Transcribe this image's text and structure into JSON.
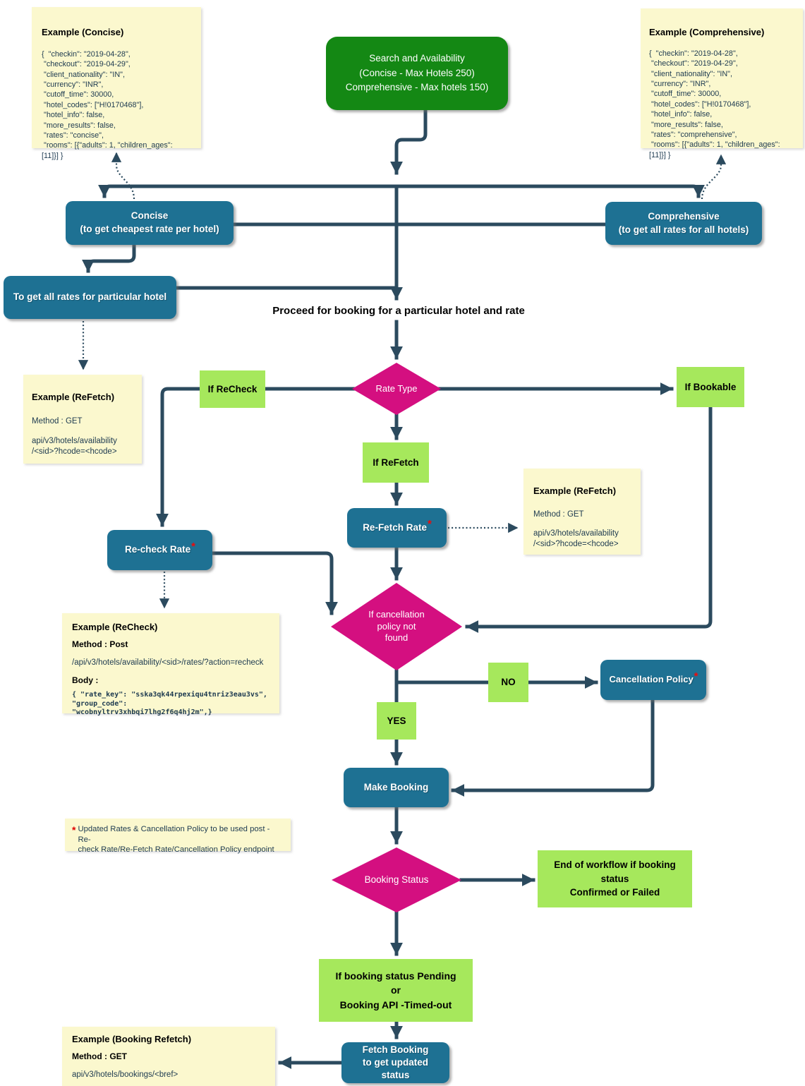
{
  "palette": {
    "teal_box": "#1E7193",
    "green_box": "#148814",
    "lime_box": "#A6E85C",
    "magenta_diamond": "#D40F80",
    "note_yellow": "#FBF8CE",
    "connector": "#2B4A5E",
    "asterisk_red": "#EE0A0A"
  },
  "nodes": {
    "search": {
      "lines": [
        "Search and Availability",
        "(Concise - Max Hotels 250)",
        "Comprehensive - Max hotels 150)"
      ]
    },
    "concise": {
      "lines": [
        "Concise",
        "(to get cheapest rate per hotel)"
      ]
    },
    "comprehensive": {
      "lines": [
        "Comprehensive",
        "(to get all rates for all hotels)"
      ]
    },
    "all_rates_hotel": {
      "label": "To get all rates for particular hotel"
    },
    "proceed_text": "Proceed for booking for a particular hotel and rate",
    "rate_type": {
      "label": "Rate Type"
    },
    "if_recheck": {
      "label": "If ReCheck"
    },
    "if_bookable": {
      "label": "If Bookable"
    },
    "if_refetch": {
      "label": "If ReFetch"
    },
    "refetch_rate": {
      "label": "Re-Fetch Rate",
      "star": "*"
    },
    "recheck_rate": {
      "label": "Re-check Rate",
      "star": "*"
    },
    "cancellation_diamond": {
      "lines": [
        "If cancellation",
        "policy not",
        "found"
      ]
    },
    "no": {
      "label": "NO"
    },
    "yes": {
      "label": "YES"
    },
    "cancellation_policy": {
      "label": "Cancellation Policy",
      "star": "*"
    },
    "make_booking": {
      "label": "Make Booking"
    },
    "booking_status": {
      "label": "Booking Status"
    },
    "end_workflow": {
      "lines": [
        "End of workflow if booking",
        "status",
        "Confirmed or Failed"
      ]
    },
    "pending": {
      "lines": [
        "If booking status Pending",
        "or",
        "Booking API -Timed-out"
      ]
    },
    "fetch_booking": {
      "lines": [
        "Fetch Booking",
        "to get updated",
        "status"
      ]
    }
  },
  "notes": {
    "concise": {
      "title": "Example (Concise)",
      "lines": [
        "{  \"checkin\": \"2019-04-28\",",
        " \"checkout\": \"2019-04-29\",",
        " \"client_nationality\": \"IN\",",
        " \"currency\": \"INR\",",
        " \"cutoff_time\": 30000,",
        " \"hotel_codes\": [\"H!0170468\"],",
        " \"hotel_info\": false,",
        " \"more_results\": false,",
        " \"rates\": \"concise\",",
        " \"rooms\": [{\"adults\": 1, \"children_ages\": [11]}] }"
      ]
    },
    "comprehensive": {
      "title": "Example (Comprehensive)",
      "lines": [
        "{  \"checkin\": \"2019-04-28\",",
        " \"checkout\": \"2019-04-29\",",
        " \"client_nationality\": \"IN\",",
        " \"currency\": \"INR\",",
        " \"cutoff_time\": 30000,",
        " \"hotel_codes\": [\"H!0170468\"],",
        " \"hotel_info\": false,",
        " \"more_results\": false,",
        " \"rates\": \"comprehensive\",",
        " \"rooms\": [{\"adults\": 1, \"children_ages\": [11]}] }"
      ]
    },
    "refetch_left": {
      "title": "Example (ReFetch)",
      "method": "Method : GET",
      "url_lines": [
        "api/v3/hotels/availability",
        "/<sid>?hcode=<hcode>"
      ]
    },
    "refetch_right": {
      "title": "Example (ReFetch)",
      "method": "Method : GET",
      "url_lines": [
        "api/v3/hotels/availability",
        "/<sid>?hcode=<hcode>"
      ]
    },
    "recheck": {
      "title": "Example (ReCheck)",
      "method": "Method : Post",
      "url": "/api/v3/hotels/availability/<sid>/rates/?action=recheck",
      "body_label": "Body :",
      "body_lines": [
        "{ \"rate_key\": \"sska3qk44rpexiqu4tnriz3eau3vs\",",
        "\"group_code\": \"wcobnyltrv3xhbqi7lhg2f6q4hj2m\",}"
      ]
    },
    "footnote": {
      "star": "*",
      "lines": [
        "Updated Rates & Cancellation Policy to be used post - Re-",
        "check Rate/Re-Fetch Rate/Cancellation Policy endpoint"
      ]
    },
    "booking_refetch": {
      "title": "Example (Booking Refetch)",
      "method": "Method : GET",
      "url": "api/v3/hotels/bookings/<bref>"
    }
  }
}
